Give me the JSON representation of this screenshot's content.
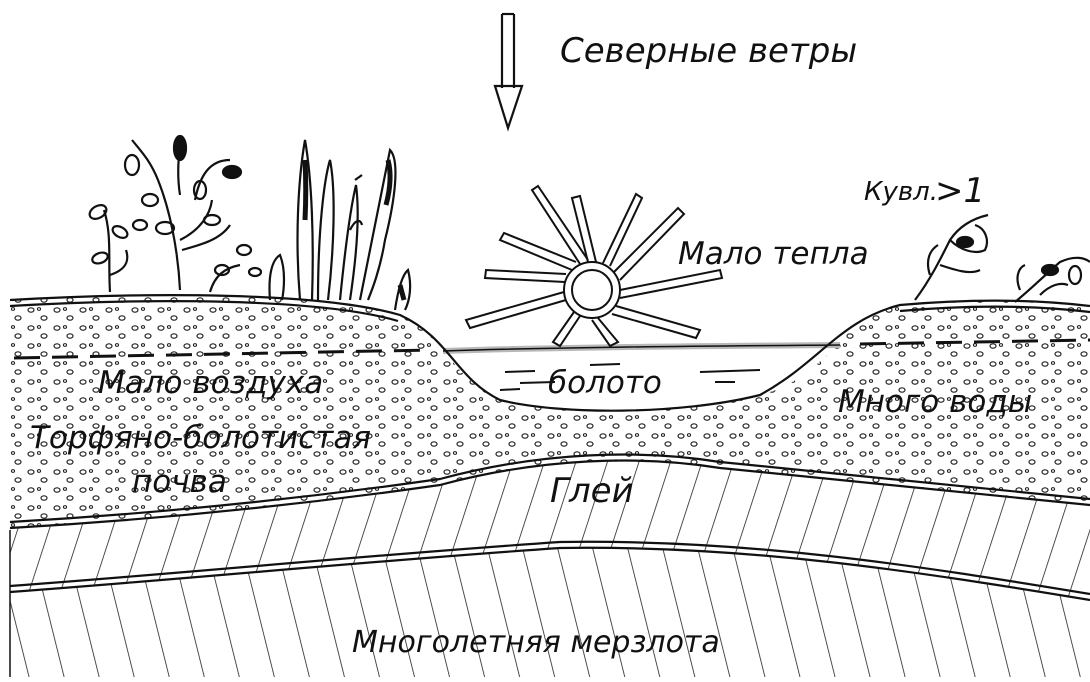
{
  "labels": {
    "winds": "Северные ветры",
    "coeff_sub": "Кувл.",
    "coeff_rest": ">1",
    "little_heat": "Мало тепла",
    "swamp": "болото",
    "little_air": "Мало воздуха",
    "much_water": "Много воды",
    "soil_line1": "Торфяно-болотистая",
    "soil_line2": "почва",
    "gley": "Глей",
    "permafrost": "Многолетняя мерзлота"
  },
  "icons": [
    "down-arrow-icon",
    "sun-icon",
    "shrub-icon",
    "reed-icon",
    "small-plant-icon"
  ],
  "colors": {
    "ink": "#111111",
    "paper": "#ffffff",
    "water": "#b8b8b8"
  }
}
